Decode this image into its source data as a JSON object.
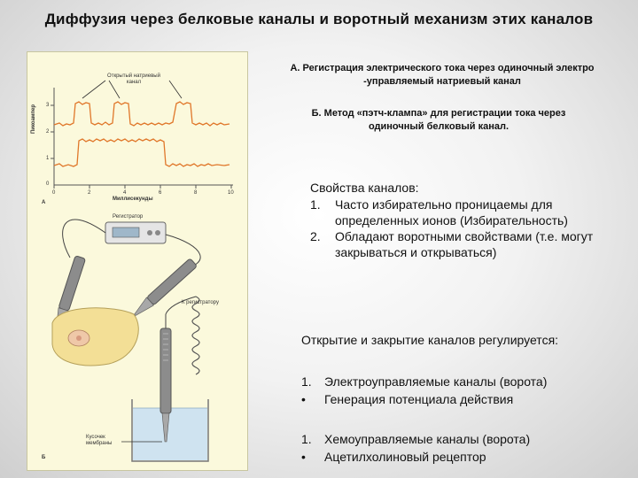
{
  "slide": {
    "title": "Диффузия через белковые каналы и воротный механизм этих каналов",
    "caption_a": "А. Регистрация электрического тока через одиночный электро -управляемый натриевый канал",
    "caption_b": "Б. Метод «пэтч-клампа» для регистрации тока через одиночный белковый канал."
  },
  "properties": {
    "heading": "Свойства каналов:",
    "items": [
      {
        "num": "1.",
        "text": "Часто избирательно проницаемы для определенных ионов (Избирательность)"
      },
      {
        "num": "2.",
        "text": "Обладают воротными свойствами (т.е. могут закрываться и открываться)"
      }
    ]
  },
  "regulation": {
    "heading": "Открытие и закрытие каналов регулируется:",
    "group1": [
      {
        "marker": "1.",
        "text": "Электроуправляемые каналы (ворота)"
      },
      {
        "marker": "•",
        "text": "Генерация потенциала действия"
      }
    ],
    "group2": [
      {
        "marker": "1.",
        "text": "Хемоуправляемые каналы (ворота)"
      },
      {
        "marker": "•",
        "text": "Ацетилхолиновый рецептор"
      }
    ]
  },
  "figure_labels": {
    "open_channel": "Открытый натриевый канал",
    "y_axis": "Пикоампер",
    "x_axis": "Миллисекунды",
    "x_ticks": [
      "0",
      "2",
      "4",
      "6",
      "8",
      "10"
    ],
    "y_ticks": [
      "3",
      "2",
      "1",
      "0"
    ],
    "panel_a": "А",
    "panel_b": "Б",
    "recorder": "Регистратор",
    "to_recorder": "К регистратору",
    "membrane_piece": "Кусочек мембраны"
  },
  "colors": {
    "trace": "#e0772a",
    "figure_bg": "#fbf9dc",
    "cell": "#f3df96",
    "water": "#cfe3f0"
  }
}
